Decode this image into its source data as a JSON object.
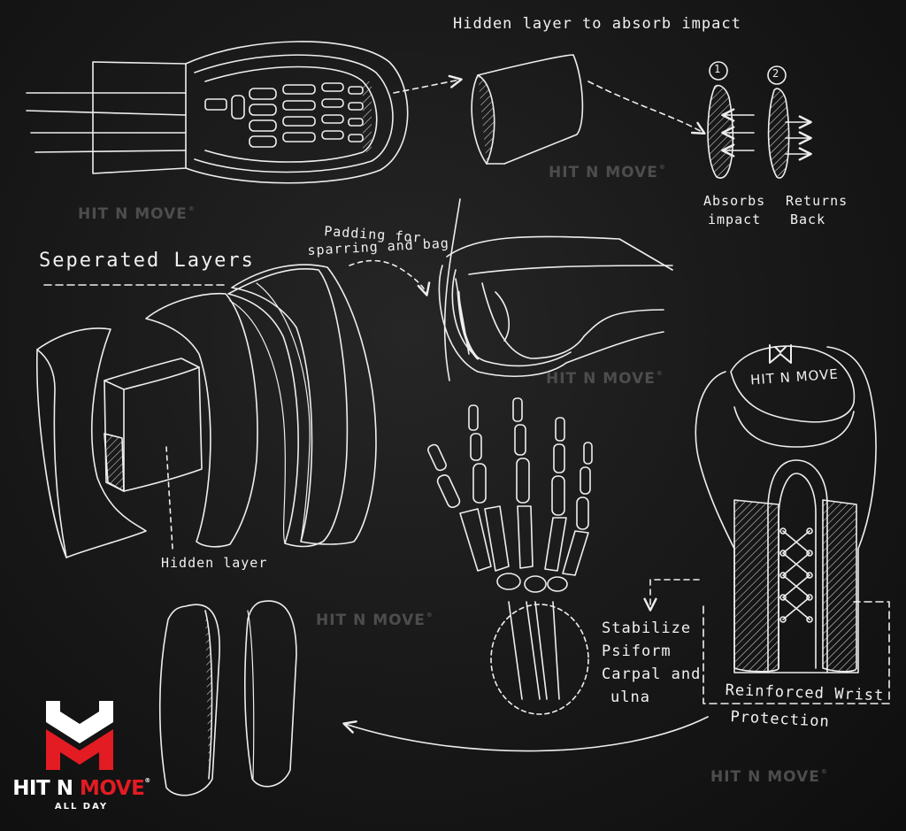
{
  "labels": {
    "hidden_layer_title": "Hidden layer to absorb impact",
    "step_1": "1",
    "step_2": "2",
    "absorbs_line1": "Absorbs",
    "absorbs_line2": "impact",
    "returns_line1": "Returns",
    "returns_line2": "Back",
    "separated_layers": "Seperated Layers",
    "padding_line1": "Padding for",
    "padding_line2": "sparring and bag",
    "hidden_layer": "Hidden layer",
    "stabilize_line1": "Stabilize",
    "stabilize_line2": "Psiform",
    "stabilize_line3": "Carpal and",
    "stabilize_line4": "ulna",
    "reinforced_line1": "Reinforced Wrist",
    "reinforced_line2": "Protection",
    "glove_brand": "HIT N MOVE"
  },
  "watermark": {
    "text": "HIT N MOVE",
    "mark": "®"
  },
  "logo": {
    "brand_white": "HIT N ",
    "brand_red": "MOVE",
    "mark": "®",
    "tagline": "ALL DAY",
    "colors": {
      "red": "#e31b23",
      "white": "#ffffff"
    }
  },
  "colors": {
    "background": "#1a1a1a",
    "chalk": "#f1f1f1",
    "watermark": "#4d4d4d"
  }
}
